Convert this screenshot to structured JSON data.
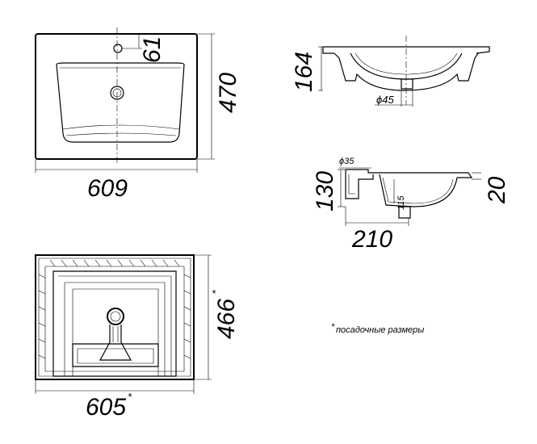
{
  "top_view": {
    "width_label": "609",
    "depth_label": "470",
    "tap_offset_label": "61"
  },
  "front_view": {
    "height_label": "164",
    "drain_label": "ϕ45"
  },
  "side_view": {
    "height_label": "130",
    "rim_label": "20",
    "depth_label": "210",
    "inner_label": "115",
    "overflow_label": "ϕ35"
  },
  "bottom_view": {
    "width_label": "605",
    "depth_label": "466",
    "width_mark": "*",
    "depth_mark": "*"
  },
  "note": {
    "mark": "*",
    "text": "посадочные размеры"
  }
}
